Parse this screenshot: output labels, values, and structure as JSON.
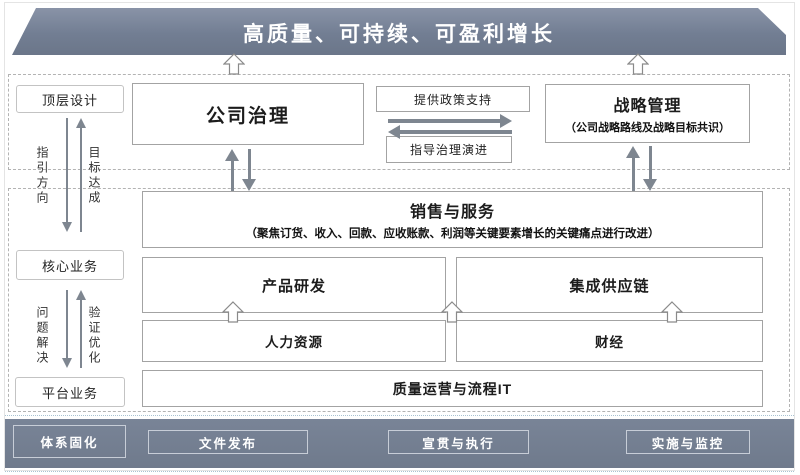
{
  "banner": {
    "title": "高质量、可持续、可盈利增长"
  },
  "top": {
    "design_label": "顶层设计",
    "governance": "公司治理",
    "policy_support": "提供政策支持",
    "guide_evolution": "指导治理演进",
    "strategy_title": "战略管理",
    "strategy_subtitle": "（公司战略路线及战略目标共识）"
  },
  "rails": {
    "guide_direction": "指引方向",
    "goal_achievement": "目标达成",
    "problem_solving": "问题解决",
    "verify_optimize": "验证优化"
  },
  "core": {
    "core_label": "核心业务",
    "platform_label": "平台业务",
    "sales_title": "销售与服务",
    "sales_subtitle": "（聚焦订货、收入、回款、应收账款、利润等关键要素增长的关键痛点进行改进）",
    "rnd": "产品研发",
    "supply_chain": "集成供应链",
    "hr": "人力资源",
    "finance": "财经",
    "quality_it": "质量运营与流程IT"
  },
  "bottom": {
    "items": [
      "体系固化",
      "文件发布",
      "宣贯与执行",
      "实施与监控"
    ]
  },
  "colors": {
    "banner": "#727E93",
    "bottom_bar": "#6F7A8C",
    "arrow": "#7E8690"
  }
}
